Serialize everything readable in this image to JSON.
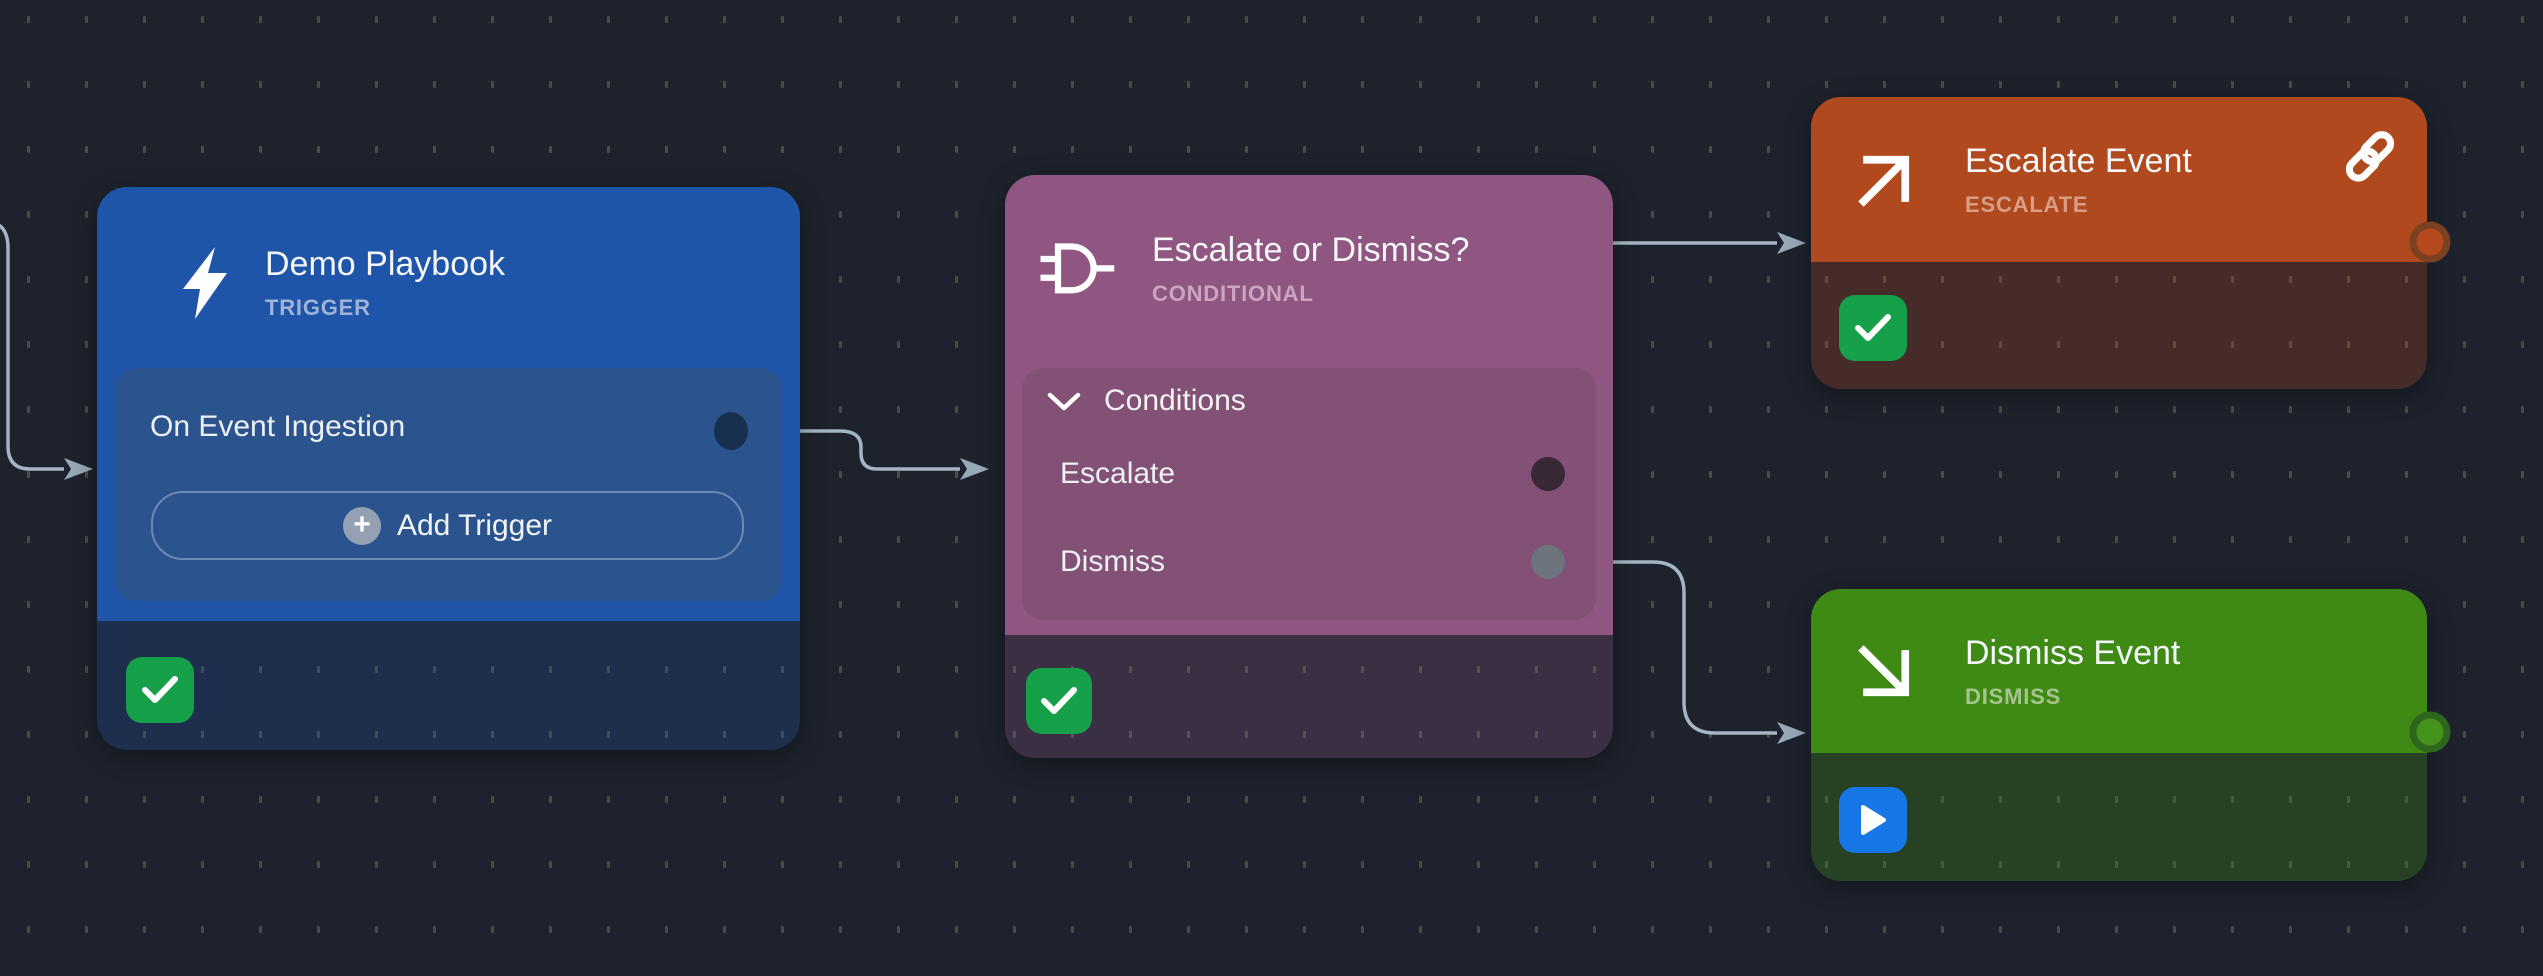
{
  "canvas": {
    "background_color": "#1d222c",
    "dot_color": "#4a4c42",
    "edge_color": "#a3b4c2"
  },
  "nodes": {
    "trigger": {
      "title": "Demo Playbook",
      "type_label": "TRIGGER",
      "row_label": "On Event Ingestion",
      "add_button_label": "Add Trigger",
      "color": "#1f55a8",
      "status": "success"
    },
    "conditional": {
      "title": "Escalate or Dismiss?",
      "type_label": "CONDITIONAL",
      "section_label": "Conditions",
      "branches": [
        {
          "label": "Escalate"
        },
        {
          "label": "Dismiss"
        }
      ],
      "color": "#8e5680",
      "status": "success"
    },
    "escalate_event": {
      "title": "Escalate Event",
      "type_label": "ESCALATE",
      "color": "#b04a1e",
      "status": "success"
    },
    "dismiss_event": {
      "title": "Dismiss Event",
      "type_label": "DISMISS",
      "color": "#3e8a15",
      "status": "running"
    }
  },
  "icons": {
    "trigger": "lightning-icon",
    "conditional": "logic-gate-icon",
    "escalate_event": "arrow-up-right-icon",
    "dismiss_event": "arrow-down-right-icon",
    "link": "link-icon",
    "success": "check-icon",
    "running": "play-icon"
  },
  "status_colors": {
    "success": "#16a04a",
    "running": "#1877e6"
  }
}
